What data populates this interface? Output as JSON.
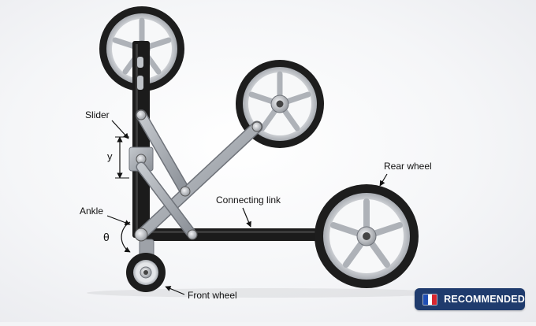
{
  "labels": {
    "slider": "Slider",
    "y": "y",
    "ankle": "Ankle",
    "theta": "θ",
    "connecting_link": "Connecting link",
    "rear_wheel": "Rear wheel",
    "front_wheel": "Front wheel"
  },
  "badge": {
    "text": "RECOMMENDED",
    "flag_colors": [
      "#1f4fb5",
      "#ffffff",
      "#d8262f"
    ]
  },
  "colors": {
    "frame": "#1b1b1b",
    "link": "#9ea2a8",
    "tire": "#1d1d1d",
    "rim": "#b7bbc0",
    "badge_bg": "#1f3b6d"
  }
}
